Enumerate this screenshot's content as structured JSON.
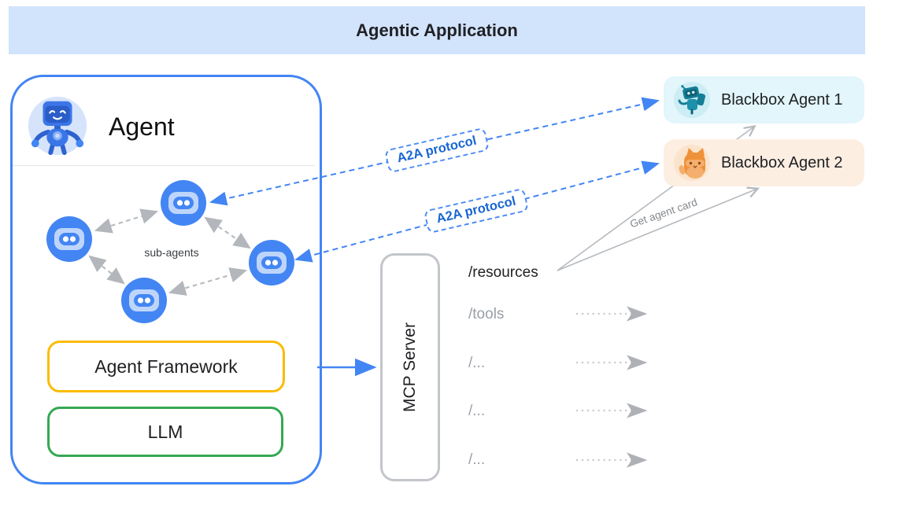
{
  "banner": {
    "title": "Agentic Application"
  },
  "agent_box": {
    "title": "Agent",
    "sub_agents_label": "sub-agents",
    "framework_label": "Agent Framework",
    "llm_label": "LLM"
  },
  "mcp_server": {
    "label": "MCP Server"
  },
  "a2a_links": {
    "label_1": "A2A protocol",
    "label_2": "A2A protocol"
  },
  "blackbox_agents": [
    {
      "label": "Blackbox Agent 1",
      "icon": "teal-robot-icon",
      "bg": "#e2f6fb"
    },
    {
      "label": "Blackbox Agent 2",
      "icon": "orange-cat-icon",
      "bg": "#fdeee2"
    }
  ],
  "mcp_endpoints": {
    "rows": [
      {
        "label": "/resources",
        "muted": false
      },
      {
        "label": "/tools",
        "muted": true
      },
      {
        "label": "/...",
        "muted": true
      },
      {
        "label": "/...",
        "muted": true
      },
      {
        "label": "/...",
        "muted": true
      }
    ],
    "get_agent_card_label": "Get agent card"
  },
  "colors": {
    "banner_bg": "#d2e3fc",
    "agent_border": "#4285f4",
    "framework_border": "#fbbc04",
    "llm_border": "#34a853",
    "mcp_border": "#c2c6cb",
    "subagent_blue": "#4385f3",
    "a2a_line_blue": "#4285f4",
    "a2a_text_blue": "#1967d2",
    "gray_arrow": "#b6babf",
    "blackbox1_bg": "#e2f6fb",
    "blackbox2_bg": "#fdeee2"
  }
}
